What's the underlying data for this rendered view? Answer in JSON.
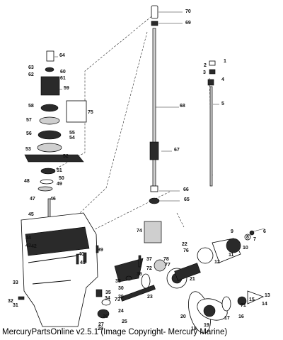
{
  "caption": "MercuryPartsOnline v2.5.1 (Image Copyright- Mercury Marine)",
  "parts": [
    "1",
    "2",
    "3",
    "4",
    "5",
    "6",
    "7",
    "8",
    "9",
    "10",
    "11",
    "12",
    "13",
    "14",
    "15",
    "16",
    "17",
    "18",
    "19",
    "20",
    "21",
    "22",
    "23",
    "24",
    "25",
    "26",
    "27",
    "28",
    "29",
    "30",
    "31",
    "32",
    "33",
    "34",
    "35",
    "36",
    "37",
    "38",
    "39",
    "40",
    "41",
    "42",
    "43",
    "44",
    "45",
    "46",
    "47",
    "48",
    "49",
    "50",
    "51",
    "52",
    "53",
    "54",
    "55",
    "56",
    "57",
    "58",
    "59",
    "60",
    "61",
    "62",
    "63",
    "64",
    "65",
    "66",
    "67",
    "68",
    "69",
    "70",
    "71",
    "72",
    "73",
    "74",
    "75",
    "76",
    "77",
    "78"
  ]
}
